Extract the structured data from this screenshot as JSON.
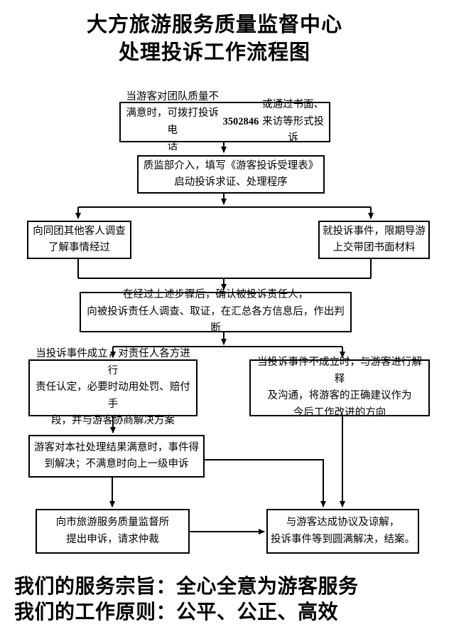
{
  "title": {
    "text": "大方旅游服务质量监督中心\n处理投诉工作流程图"
  },
  "boxes": {
    "intake": {
      "part1": "当游客对团队质量不满意时，可拨打投诉电\n话 ",
      "phone": "3502846",
      "part2": " 或通过书面、来访等形式投诉"
    },
    "register": {
      "text": "质监部介入，填写《游客投诉受理表》\n启动投诉求证、处理程序"
    },
    "ask_other_guests": {
      "text": "向同团其他客人调查\n了解事情经过"
    },
    "guide_report": {
      "text": "就投诉事件，限期导游\n上交带团书面材料"
    },
    "verify_judge": {
      "text": "在经过上述步骤后，确认被投诉责任人，\n向被投诉责任人调查、取证，在汇总各方信息后，作出判断"
    },
    "complaint_established": {
      "text": "当投诉事件成立，对责任人各方进行\n责任认定，必要时动用处罚、赔付手\n段，并与游客协商解决方案"
    },
    "complaint_not_established": {
      "text": "当投诉事件不成立时，与游客进行解释\n及沟通，将游客的正确建议作为\n今后工作改进的方向"
    },
    "satisfaction_check": {
      "text": "游客对本社处理结果满意时，事件得\n到解决；不满意时向上一级申诉"
    },
    "arbitration": {
      "text": "向市旅游服务质量监督所\n提出申诉，请求仲裁"
    },
    "settlement": {
      "text": "与游客达成协议及谅解，\n投诉事件等到圆满解决，结案。"
    }
  },
  "footer": {
    "text": "我们的服务宗旨：全心全意为游客服务\n我们的工作原则：公平、公正、高效"
  },
  "colors": {
    "line": "#000000",
    "text": "#000000",
    "background": "#ffffff"
  }
}
